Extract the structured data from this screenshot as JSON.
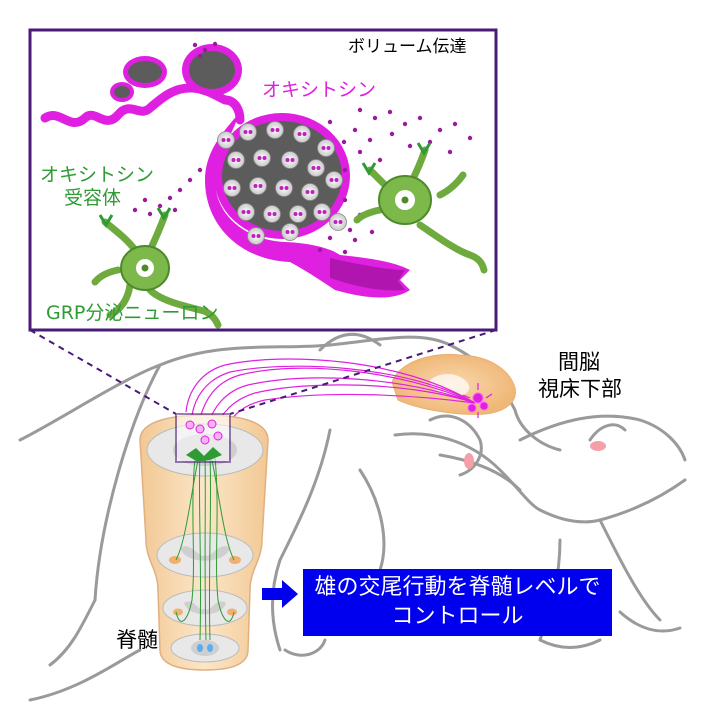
{
  "inset": {
    "title": "ボリューム伝達",
    "oxytocin_label": "オキシトシン",
    "receptor_label_line1": "オキシトシン",
    "receptor_label_line2": "受容体",
    "grp_label": "GRP分泌ニューロン"
  },
  "labels": {
    "hypothalamus_line1": "間脳",
    "hypothalamus_line2": "視床下部",
    "spinal_cord": "脊髄"
  },
  "callout": {
    "line1": "雄の交尾行動を脊髄レベルで",
    "line2": "コントロール"
  },
  "colors": {
    "magenta": "#e020e0",
    "green": "#2e9b34",
    "navy_border": "#4a1a78",
    "callout_bg": "#0000ee",
    "spine_fill": "#f6d9b0"
  }
}
